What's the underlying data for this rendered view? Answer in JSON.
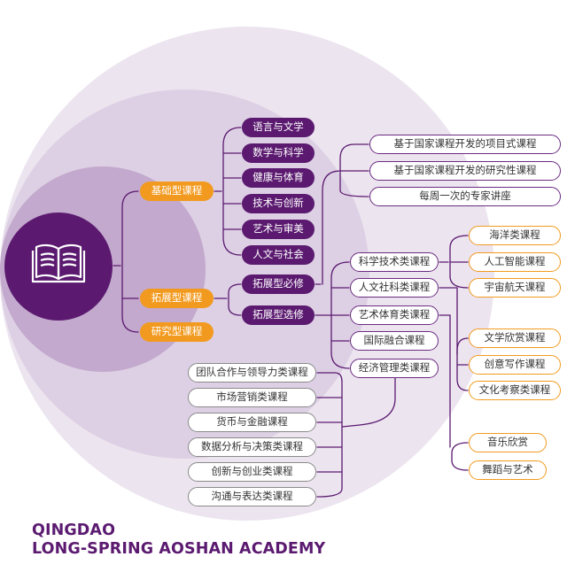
{
  "core": {
    "icon": "open-book-icon"
  },
  "tiers": [
    "基础型课程",
    "拓展型课程",
    "研究型课程"
  ],
  "foundation_subjects": [
    "语言与文学",
    "数学与科学",
    "健康与体育",
    "技术与创新",
    "艺术与审美",
    "人文与社会"
  ],
  "extension_types": [
    "拓展型必修",
    "拓展型选修"
  ],
  "required_items": [
    "基于国家课程开发的项目式课程",
    "基于国家课程开发的研究性课程",
    "每周一次的专家讲座"
  ],
  "elective_categories": [
    "科学技术类课程",
    "人文社科类课程",
    "艺术体育类课程",
    "国际融合课程",
    "经济管理类课程"
  ],
  "science_courses": [
    "海洋类课程",
    "人工智能课程",
    "宇宙航天课程"
  ],
  "humanities_courses": [
    "文学欣赏课程",
    "创意写作课程",
    "文化考察类课程"
  ],
  "arts_courses": [
    "音乐欣赏",
    "舞蹈与艺术"
  ],
  "economics_courses": [
    "团队合作与领导力类课程",
    "市场营销类课程",
    "货币与金融课程",
    "数据分析与决策类课程",
    "创新与创业类课程",
    "沟通与表达类课程"
  ],
  "school": {
    "line1": "QINGDAO",
    "line2": "LONG-SPRING AOSHAN ACADEMY"
  },
  "colors": {
    "purple": "#5b1a70",
    "orange": "#f29a1f",
    "outer": "#ece4ef",
    "mid": "#ddd0e4",
    "inner": "#c3a9cd"
  }
}
